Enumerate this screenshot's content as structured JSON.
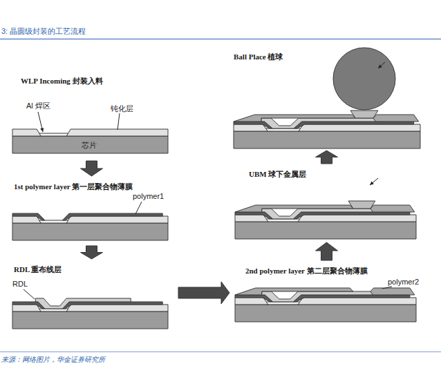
{
  "diagram": {
    "title": "3: 晶圆级封装的工艺流程",
    "caption": "来源：网络图片，华金证券研究所",
    "nodes": [
      {
        "text": [
          "WLP Incoming 封装入料",
          "Al 焊区",
          "钝化层",
          "芯片"
        ]
      },
      {
        "text": [
          "1st polymer layer 第一层聚合物薄膜",
          "polymer1"
        ]
      },
      {
        "text": [
          "RDL 重布线层",
          "RDL"
        ]
      },
      {
        "text": [
          "2nd polymer layer 第二层聚合物薄膜",
          "polymer2"
        ]
      },
      {
        "text": [
          "UBM 球下金属层"
        ]
      },
      {
        "text": [
          "Ball Place 植球"
        ]
      }
    ],
    "edges": [
      {
        "from": 0,
        "to": 1,
        "arrow": "to"
      },
      {
        "from": 1,
        "to": 2,
        "arrow": "to"
      },
      {
        "from": 2,
        "to": 3,
        "arrow": "to"
      },
      {
        "from": 3,
        "to": 4,
        "arrow": "to"
      },
      {
        "from": 4,
        "to": 5,
        "arrow": "to"
      }
    ]
  }
}
